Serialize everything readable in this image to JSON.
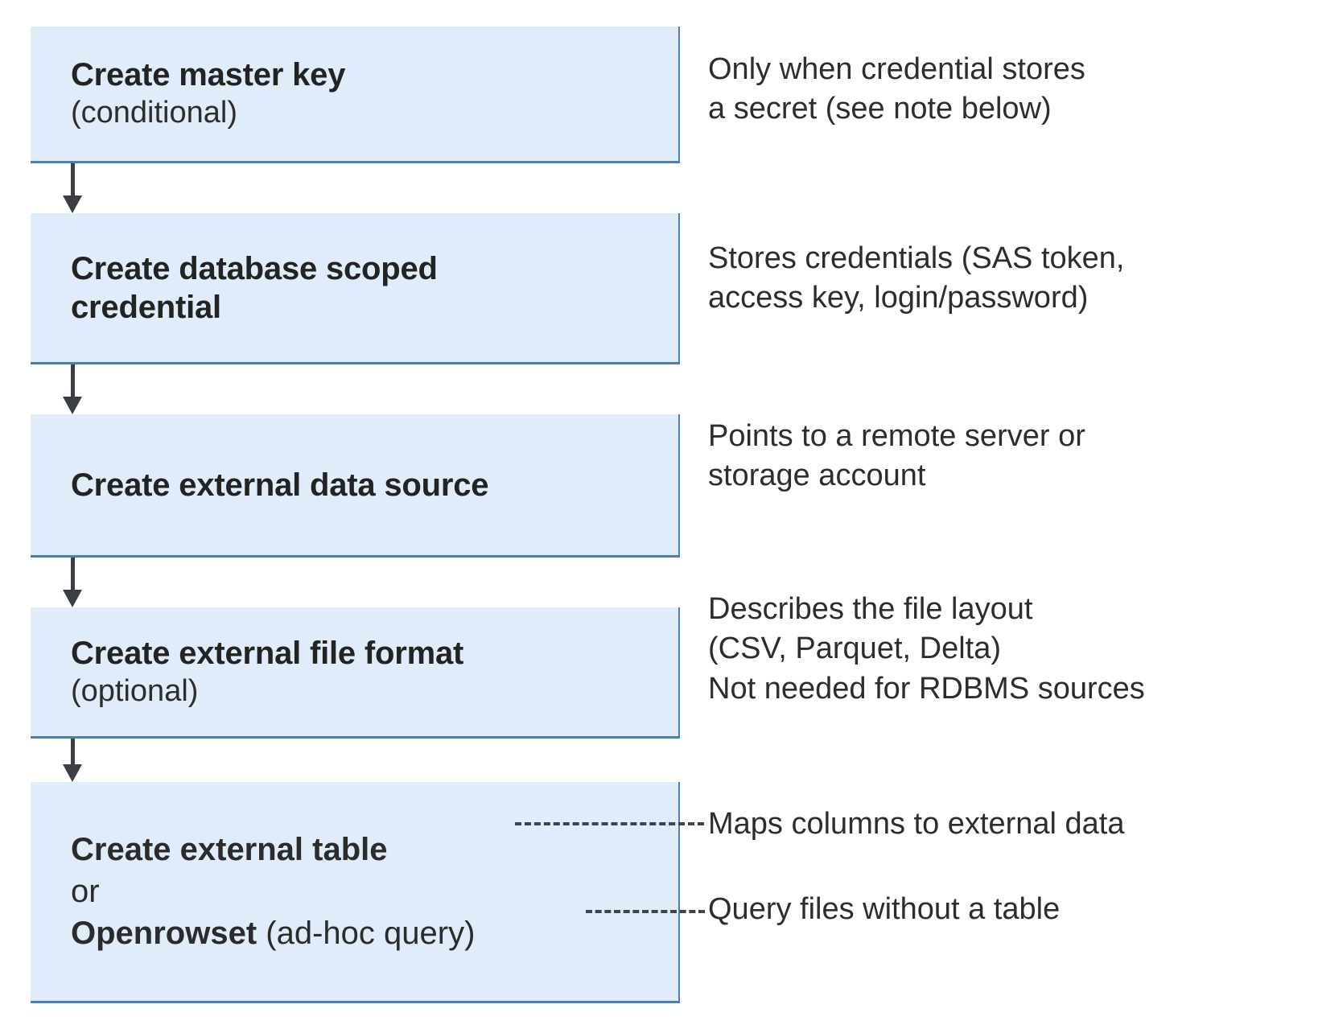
{
  "diagram": {
    "type": "flowchart",
    "orientation": "vertical",
    "colors": {
      "box_fill": "#e1ecfa",
      "box_border": "#4a7fb5",
      "arrow": "#3a3f44",
      "text": "#2d2d2d",
      "background": "#ffffff"
    },
    "steps": [
      {
        "id": "create-master-key",
        "title": "Create master key",
        "subtitle": "(conditional)",
        "description": "Only when credential stores\na secret (see note below)"
      },
      {
        "id": "create-database-scoped-credential",
        "title": "Create database scoped\ncredential",
        "subtitle": "",
        "description": "Stores credentials (SAS token,\naccess key, login/password)"
      },
      {
        "id": "create-external-data-source",
        "title": "Create external data source",
        "subtitle": "",
        "description": "Points to a remote server or\nstorage account"
      },
      {
        "id": "create-external-file-format",
        "title": "Create external file format",
        "subtitle": "(optional)",
        "description": "Describes the file layout\n(CSV, Parquet, Delta)\nNot needed for RDBMS sources"
      },
      {
        "id": "create-external-table-or-openrowset",
        "title": "Create external table",
        "separator": "or",
        "alt_title": "Openrowset",
        "alt_suffix": " (ad-hoc query)",
        "description_table": "Maps columns to external data",
        "description_openrowset": "Query files without a table"
      }
    ],
    "connectors": [
      {
        "from": "create-master-key",
        "to": "create-database-scoped-credential",
        "style": "solid-arrow"
      },
      {
        "from": "create-database-scoped-credential",
        "to": "create-external-data-source",
        "style": "solid-arrow"
      },
      {
        "from": "create-external-data-source",
        "to": "create-external-file-format",
        "style": "solid-arrow"
      },
      {
        "from": "create-external-file-format",
        "to": "create-external-table-or-openrowset",
        "style": "solid-arrow"
      },
      {
        "from": "create-external-table",
        "to": "description_table",
        "style": "dashed"
      },
      {
        "from": "openrowset",
        "to": "description_openrowset",
        "style": "dashed"
      }
    ]
  }
}
